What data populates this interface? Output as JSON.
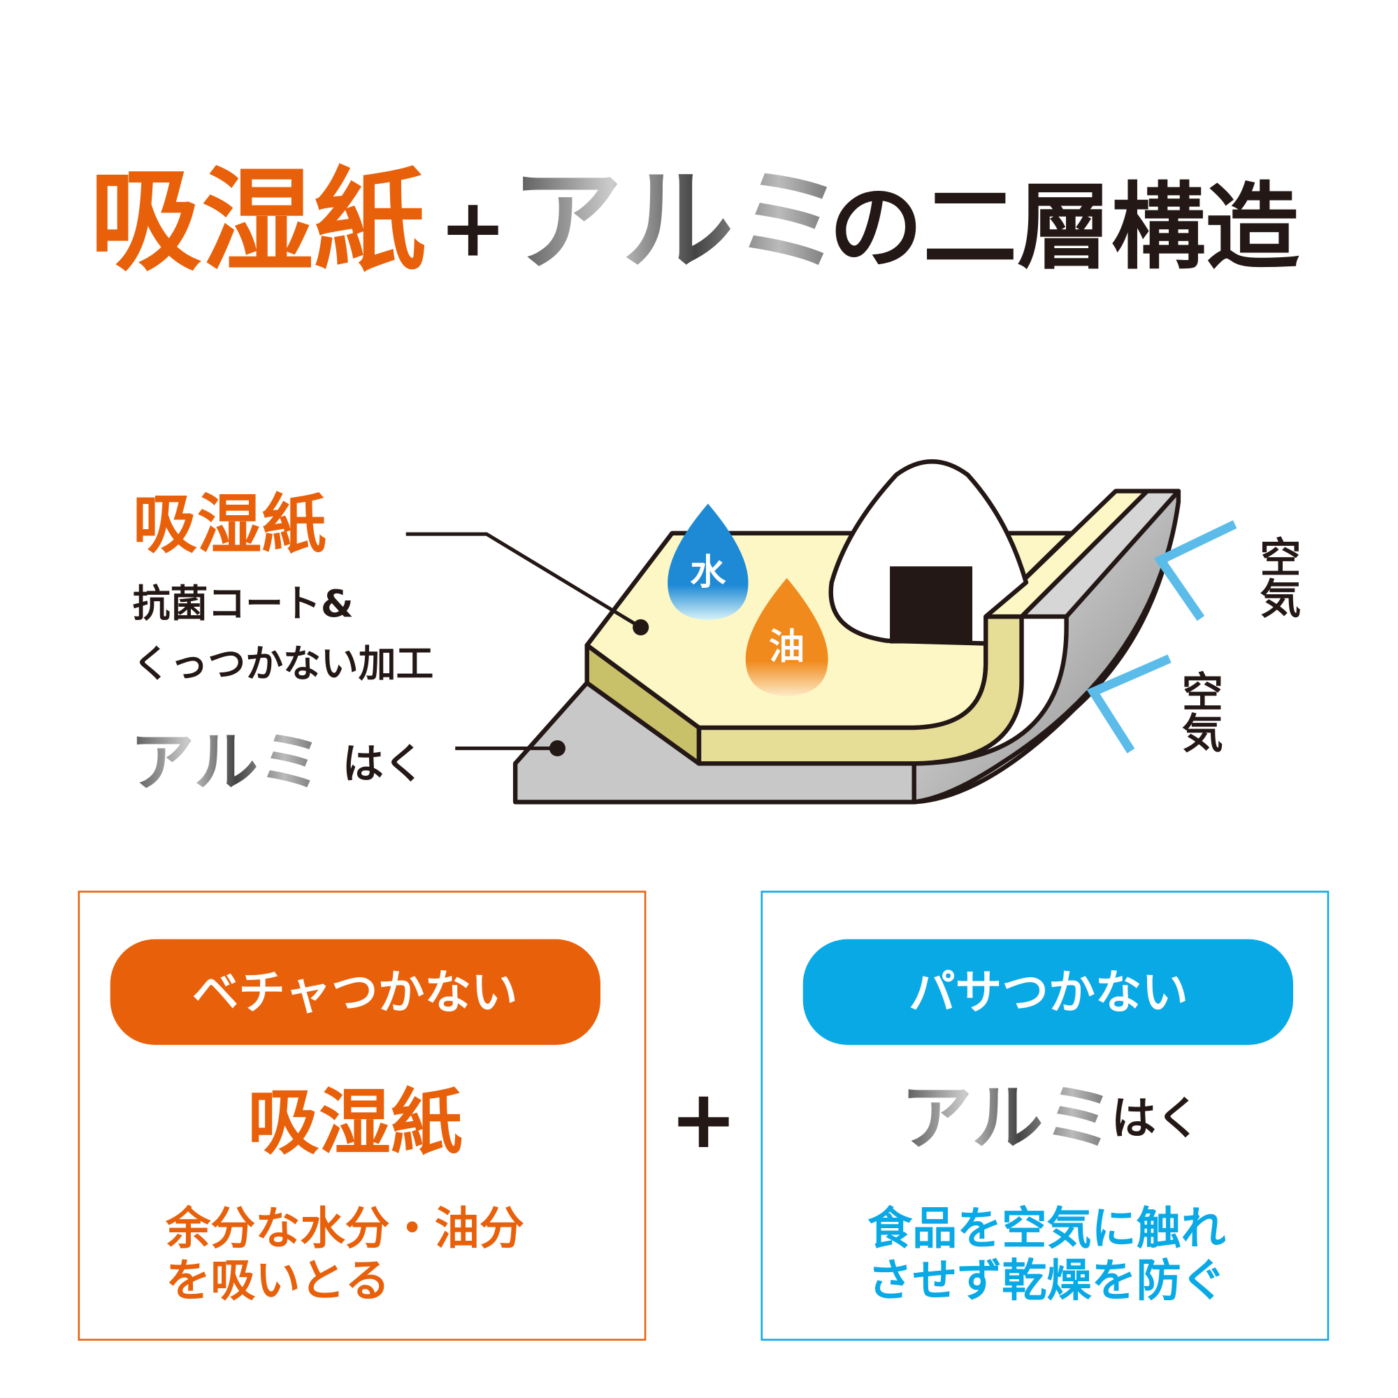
{
  "title": {
    "part1": "吸湿紙",
    "plus": "+",
    "part2": "アルミ",
    "part3": "の二層構造"
  },
  "diagram": {
    "paper_label": "吸湿紙",
    "paper_desc_line1": "抗菌コート&",
    "paper_desc_line2": "くっつかない加工",
    "foil_label": "アルミ",
    "foil_suffix": "はく",
    "water_drop": "水",
    "oil_drop": "油",
    "air_label_1": "空気",
    "air_label_2": "空気",
    "colors": {
      "paper": "#fdf7c6",
      "paper_side": "#e6de97",
      "foil": "#c8c8c8",
      "water": "#1e8ad6",
      "oil": "#f08a1c",
      "air_arrow": "#5bbcea"
    }
  },
  "left_box": {
    "badge": "ベチャつかない",
    "heading": "吸湿紙",
    "desc_line1": "余分な水分・油分",
    "desc_line2": "を吸いとる",
    "color": "#e8600a"
  },
  "plus_sign": "+",
  "right_box": {
    "badge": "パサつかない",
    "heading": "アルミ",
    "heading_suffix": "はく",
    "desc_line1": "食品を空気に触れ",
    "desc_line2": "させず乾燥を防ぐ",
    "color": "#09a9e6"
  }
}
